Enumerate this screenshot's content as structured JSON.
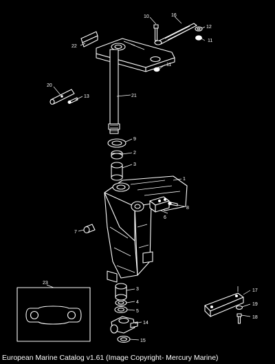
{
  "caption": "European Marine Catalog v1.61 (Image Copyright- Mercury Marine)",
  "callouts": {
    "c1": "1",
    "c2": "2",
    "c3a": "3",
    "c3b": "3",
    "c4": "4",
    "c5": "5",
    "c6": "6",
    "c7": "7",
    "c8": "8",
    "c9": "9",
    "c10": "10",
    "c11a": "11",
    "c11b": "11",
    "c12": "12",
    "c13": "13",
    "c14": "14",
    "c15": "15",
    "c16": "16",
    "c17": "17",
    "c18": "18",
    "c19": "19",
    "c20": "20",
    "c21": "21",
    "c22": "22",
    "c23": "23"
  },
  "colors": {
    "background": "#000000",
    "line": "#ffffff"
  }
}
